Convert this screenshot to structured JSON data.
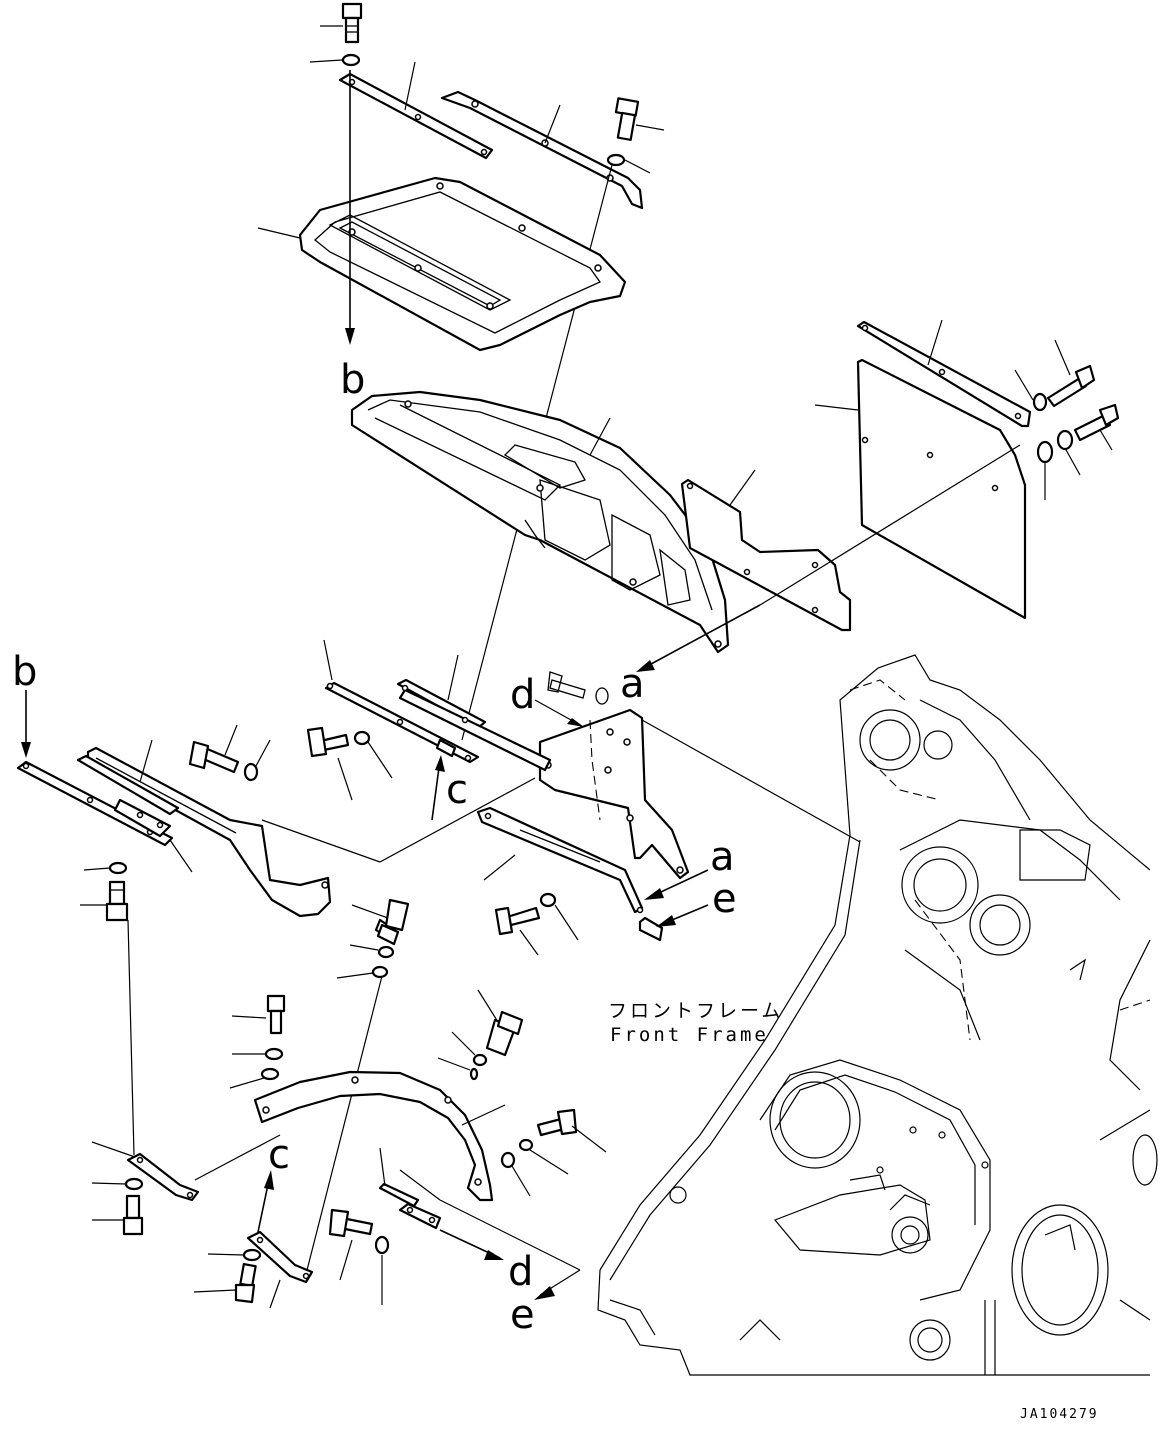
{
  "labels": {
    "b_top": "b",
    "b_left": "b",
    "a_upper": "a",
    "d_upper": "d",
    "c_upper": "c",
    "a_lower": "a",
    "e_upper": "e",
    "c_lower": "c",
    "d_lower": "d",
    "e_lower": "e"
  },
  "caption": {
    "japanese": "フロントフレーム",
    "english": "Front Frame"
  },
  "drawing_code": "JA104279"
}
